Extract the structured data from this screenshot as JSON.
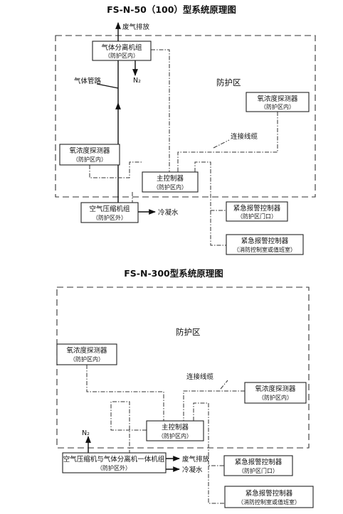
{
  "fig1": {
    "title": "FS-N-50（100）型系统原理图",
    "zone": "防护区",
    "waste_gas": "废气排放",
    "n2": "N₂",
    "gas_pipe": "气体管路",
    "cable": "连接线缆",
    "condensate": "冷凝水",
    "separator": {
      "line1": "气体分离机组",
      "line2": "（防护区内）"
    },
    "detector_right": {
      "line1": "氧浓度探测器",
      "line2": "（防护区内）"
    },
    "detector_left": {
      "line1": "氧浓度探测器",
      "line2": "（防护区内）"
    },
    "controller": {
      "line1": "主控制器",
      "line2": "（防护区内）"
    },
    "compressor": {
      "line1": "空气压缩机组",
      "line2": "（防护区外）"
    },
    "alarm_door": {
      "line1": "紧急报警控制器",
      "line2": "（防护区门口）"
    },
    "alarm_room": {
      "line1": "紧急报警控制器",
      "line2": "（消防控制室或值班室）"
    }
  },
  "fig2": {
    "title": "FS-N-300型系统原理图",
    "zone": "防护区",
    "cable": "连接线缆",
    "n2": "N₂",
    "waste_gas": "废气排放",
    "condensate": "冷凝水",
    "detector_left": {
      "line1": "氧浓度探测器",
      "line2": "（防护区内）"
    },
    "detector_right": {
      "line1": "氧浓度探测器",
      "line2": "（防护区内）"
    },
    "controller": {
      "line1": "主控制器",
      "line2": "（防护区内）"
    },
    "compressor_sep": {
      "line1": "空气压缩机与气体分离机一体机组",
      "line2": "（防护区外）"
    },
    "alarm_door": {
      "line1": "紧急报警控制器",
      "line2": "（防护区门口）"
    },
    "alarm_room": {
      "line1": "紧急报警控制器",
      "line2": "（消防控制室或值班室）"
    }
  }
}
